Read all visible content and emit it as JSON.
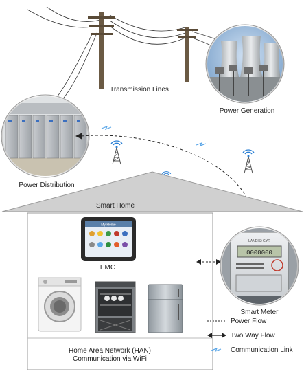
{
  "labels": {
    "transmission_lines": "Transmission Lines",
    "power_generation": "Power Generation",
    "power_distribution": "Power Distribution",
    "smart_home": "Smart Home",
    "emc": "EMC",
    "smart_meter": "Smart Meter",
    "han_line1": "Home Area Network (HAN)",
    "han_line2": "Communication via WiFi",
    "tablet_header": "My Home"
  },
  "legend": {
    "power_flow": "Power Flow",
    "two_way_flow": "Two Way Flow",
    "communication_link": "Communication Link"
  },
  "meter": {
    "brand": "LANDIS+GYR",
    "display": "0000000"
  },
  "colors": {
    "pole": "#6b5a44",
    "wire": "#333333",
    "roof": "#d0d0d0",
    "house_border": "#999999",
    "wifi_blue": "#2a7fd4",
    "signal_blue": "#5aa6e8"
  }
}
